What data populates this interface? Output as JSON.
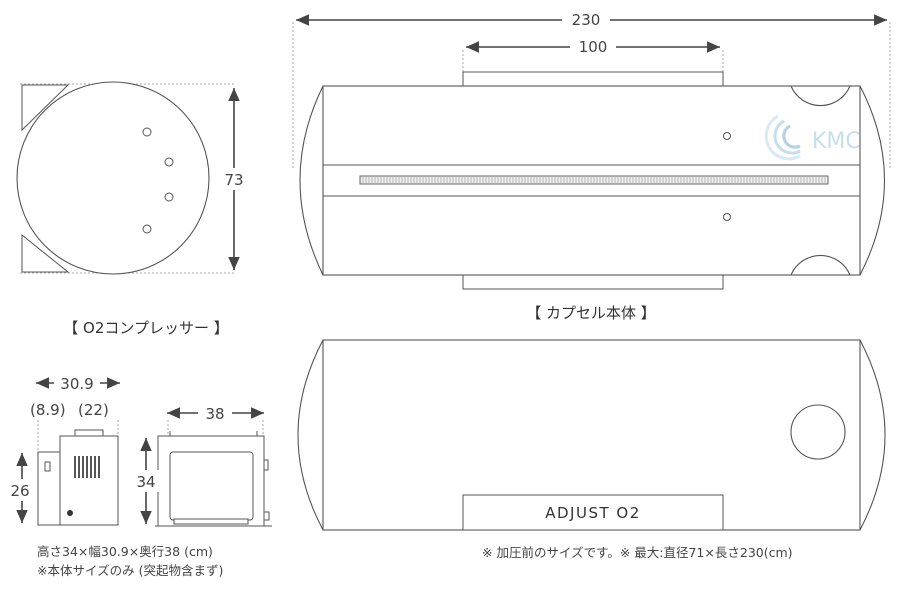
{
  "capsule": {
    "top_view": {
      "length": "230",
      "slit_width": "100",
      "diameter": "73"
    },
    "label": "【 カプセル本体 】",
    "panel_label": "ADJUST O2",
    "watermark": "KMC"
  },
  "compressor": {
    "label": "【 O2コンプレッサー 】",
    "width": "30.9",
    "front_split_left": "(8.9)",
    "front_split_right": "(22)",
    "height": "26",
    "side_width": "38",
    "side_height": "34",
    "size_note": "高さ34×幅30.9×奥行38 (cm)",
    "size_sub_note": "※本体サイズのみ (突起物含まず)"
  },
  "footer_note": "※ 加圧前のサイズです。※ 最大:直径71×長さ230(cm)",
  "colors": {
    "line": "#555555",
    "dashed": "#999999",
    "watermark": "#9fc6e0"
  }
}
